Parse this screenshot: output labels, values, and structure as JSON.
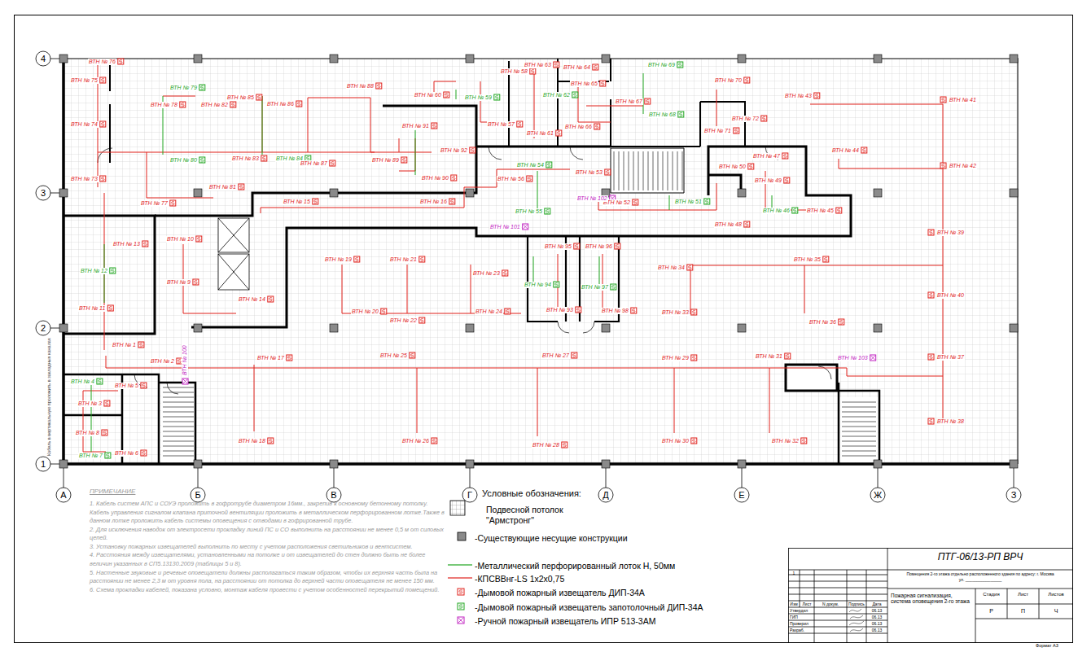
{
  "diagram": {
    "labels": [
      "4",
      "3",
      "2",
      "1",
      "А",
      "Б",
      "В",
      "Г",
      "Д",
      "Е",
      "Ж",
      "З",
      "ВТН № 1",
      "ВТН № 2",
      "ВТН № 3",
      "ВТН № 4",
      "ВТН № 5",
      "ВТН № 6",
      "ВТН № 7",
      "ВТН № 8",
      "ВТН № 9",
      "ВТН № 10",
      "ВТН № 11",
      "ВТН № 12",
      "ВТН № 13",
      "ВТН № 14",
      "ВТН № 15",
      "ВТН № 16",
      "ВТН № 17",
      "ВТН № 18",
      "ВТН № 19",
      "ВТН № 20",
      "ВТН № 21",
      "ВТН № 22",
      "ВТН № 23",
      "ВТН № 24",
      "ВТН № 25",
      "ВТН № 26",
      "ВТН № 27",
      "ВТН № 28",
      "ВТН № 29",
      "ВТН № 30",
      "ВТН № 31",
      "ВТН № 32",
      "ВТН № 33",
      "ВТН № 34",
      "ВТН № 35",
      "ВТН № 36",
      "ВТН № 37",
      "ВТН № 38",
      "ВТН № 39",
      "ВТН № 40",
      "ВТН № 41",
      "ВТН № 42",
      "ВТН № 43",
      "ВТН № 44",
      "ВТН № 45",
      "ВТН № 46",
      "ВТН № 47",
      "ВТН № 48",
      "ВТН № 49",
      "ВТН № 50",
      "ВТН № 51",
      "ВТН № 52",
      "ВТН № 53",
      "ВТН № 54",
      "ВТН № 55",
      "ВТН № 56",
      "ВТН № 57",
      "ВТН № 58",
      "ВТН № 59",
      "ВТН № 60",
      "ВТН № 61",
      "ВТН № 62",
      "ВТН № 63",
      "ВТН № 64",
      "ВТН № 65",
      "ВТН № 66",
      "ВТН № 67",
      "ВТН № 68",
      "ВТН № 69",
      "ВТН № 70",
      "ВТН № 71",
      "ВТН № 72",
      "ВТН № 73",
      "ВТН № 74",
      "ВТН № 75",
      "ВТН № 76",
      "ВТН № 77",
      "ВТН № 78",
      "ВТН № 79",
      "ВТН № 80",
      "ВТН № 81",
      "ВТН № 82",
      "ВТН № 83",
      "ВТН № 84",
      "ВТН № 85",
      "ВТН № 86",
      "ВТН № 87",
      "ВТН № 88",
      "ВТН № 89",
      "ВТН № 90",
      "ВТН № 91",
      "ВТН № 92",
      "ВТН № 93",
      "ВТН № 94",
      "ВТН № 95",
      "ВТН № 96",
      "ВТН № 97",
      "ВТН № 98",
      "ВТН № 100",
      "ВТН № 101",
      "ВТН № 102",
      "ВТН № 103",
      "Кабель в вертикальную проложить в закладных каналах",
      "Условные обозначения:",
      "ПРИМЕЧАНИЕ",
      "1. Кабель систем АПС и СОУЭ проложить в гофротрубе диаметром 16мм., закрепив к основному бетонному потолку. Кабель управления сигналом клапана приточной вентиляции проложить в металлическом перфорированном лотке.Также в данном лотке проложить кабель системы оповещения с отводами в гофрированной трубе.",
      "2. Для исключения наводок от электросети прокладку линий ПС и СО выполнить на расстоянии не менее 0,5 м от силовых цепей.",
      "3. Установку пожарных извещателей выполнить по месту с учетом расположения светильников и вентсистем.",
      "4. Расстояния между извещателями, установленными на потолке и от извещателей до стен должно быть не более величин указанных в СП5.13130.2009 (таблицы 5 и 8).",
      "5. Настенные звуковые и речевые оповещатели должны располагаться таким образом, чтобы их верхняя часть была на расстоянии не менее 2,3 м от уровня пола, на расстоянии от потолка до верхней части оповещателя не менее 150 мм.",
      "6. Схема прокладки кабелей, показана условно, монтаж кабеля провести с учетом особенностей перекрытий помещений.",
      "ПТГ-06/13-РП ВРЧ",
      "Помещения 2-го этажа отдельно расположенного здания по адресу: г. Москва",
      "ул. ________________",
      "Пожарная сигнализация, система оповещения 2-го этажа",
      "Стадия",
      "Лист",
      "Листов",
      "Р",
      "П",
      "Ч",
      "1",
      "Изм",
      "Лист",
      "N докум.",
      "Подпись",
      "Дата",
      "Утвердил",
      "ГИП",
      "Проверил",
      "Разраб.",
      "06.13",
      "06.13",
      "06.13",
      "06.13",
      "Формат А3"
    ],
    "legend": [
      {
        "text": "Подвесной потолок \"Армстронг\""
      },
      {
        "text": "-Существующие несущие конструкции"
      },
      {
        "text": "-Металлический перфорированный лоток Н, 50мм"
      },
      {
        "text": "-КПСВВнг-LS 1х2х0,75"
      },
      {
        "text": "-Дымовой пожарный извещатель ДИП-34А"
      },
      {
        "text": "-Дымовой пожарный извещатель запотолочный ДИП-34А"
      },
      {
        "text": "-Ручной пожарный извещатель ИПР 513-3АМ"
      }
    ]
  }
}
